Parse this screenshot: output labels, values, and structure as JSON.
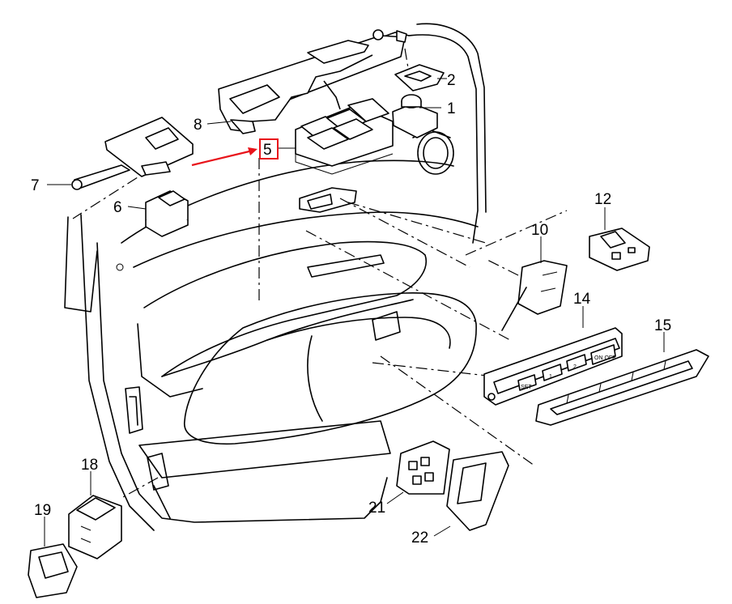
{
  "callouts": [
    {
      "id": "1",
      "label": "1"
    },
    {
      "id": "2",
      "label": "2"
    },
    {
      "id": "5",
      "label": "5"
    },
    {
      "id": "6",
      "label": "6"
    },
    {
      "id": "7",
      "label": "7"
    },
    {
      "id": "8",
      "label": "8"
    },
    {
      "id": "10",
      "label": "10"
    },
    {
      "id": "12",
      "label": "12"
    },
    {
      "id": "14",
      "label": "14"
    },
    {
      "id": "15",
      "label": "15"
    },
    {
      "id": "18",
      "label": "18"
    },
    {
      "id": "19",
      "label": "19"
    },
    {
      "id": "21",
      "label": "21"
    },
    {
      "id": "22",
      "label": "22"
    }
  ],
  "switch_labels": {
    "set": "SET",
    "one": "1",
    "two": "2",
    "on_off": "ON OFF"
  },
  "colors": {
    "line": "#000000",
    "highlight": "#e8141b",
    "background": "#ffffff"
  }
}
